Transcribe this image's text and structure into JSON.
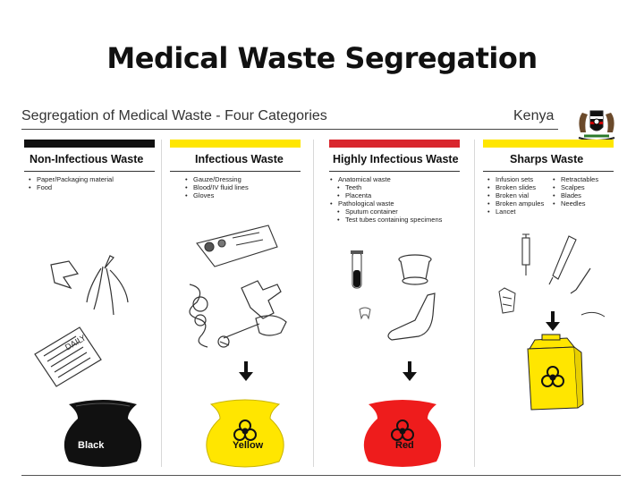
{
  "slide": {
    "title": "Medical Waste Segregation"
  },
  "poster": {
    "title": "Segregation of Medical Waste - Four Categories",
    "country": "Kenya",
    "columns": [
      {
        "heading": "Non-Infectious Waste",
        "color": "#111111",
        "items": [
          "Paper/Packaging material",
          "Food"
        ],
        "bag": {
          "label": "Black",
          "color": "#111111",
          "label_color": "#ffffff"
        }
      },
      {
        "heading": "Infectious Waste",
        "color": "#ffe600",
        "items": [
          "Gauze/Dressing",
          "Blood/IV fluid lines",
          "Gloves"
        ],
        "bag": {
          "label": "Yellow",
          "color": "#ffe600",
          "label_color": "#111111"
        }
      },
      {
        "heading": "Highly Infectious Waste",
        "color": "#d9272e",
        "items": [
          "Anatomical waste",
          "Teeth",
          "Placenta",
          "Pathological waste",
          "Sputum container",
          "Test tubes containing specimens"
        ],
        "bag": {
          "label": "Red",
          "color": "#ee1c1c",
          "label_color": "#111111"
        }
      },
      {
        "heading": "Sharps Waste",
        "color": "#ffe600",
        "items_left": [
          "Infusion sets",
          "Broken slides",
          "Broken vial",
          "Broken ampules",
          "Lancet"
        ],
        "items_right": [
          "Retractables",
          "Scalpes",
          "Blades",
          "Needles"
        ],
        "bag": {
          "label": "",
          "color": "#ffe600",
          "label_color": "#111111"
        }
      }
    ]
  }
}
